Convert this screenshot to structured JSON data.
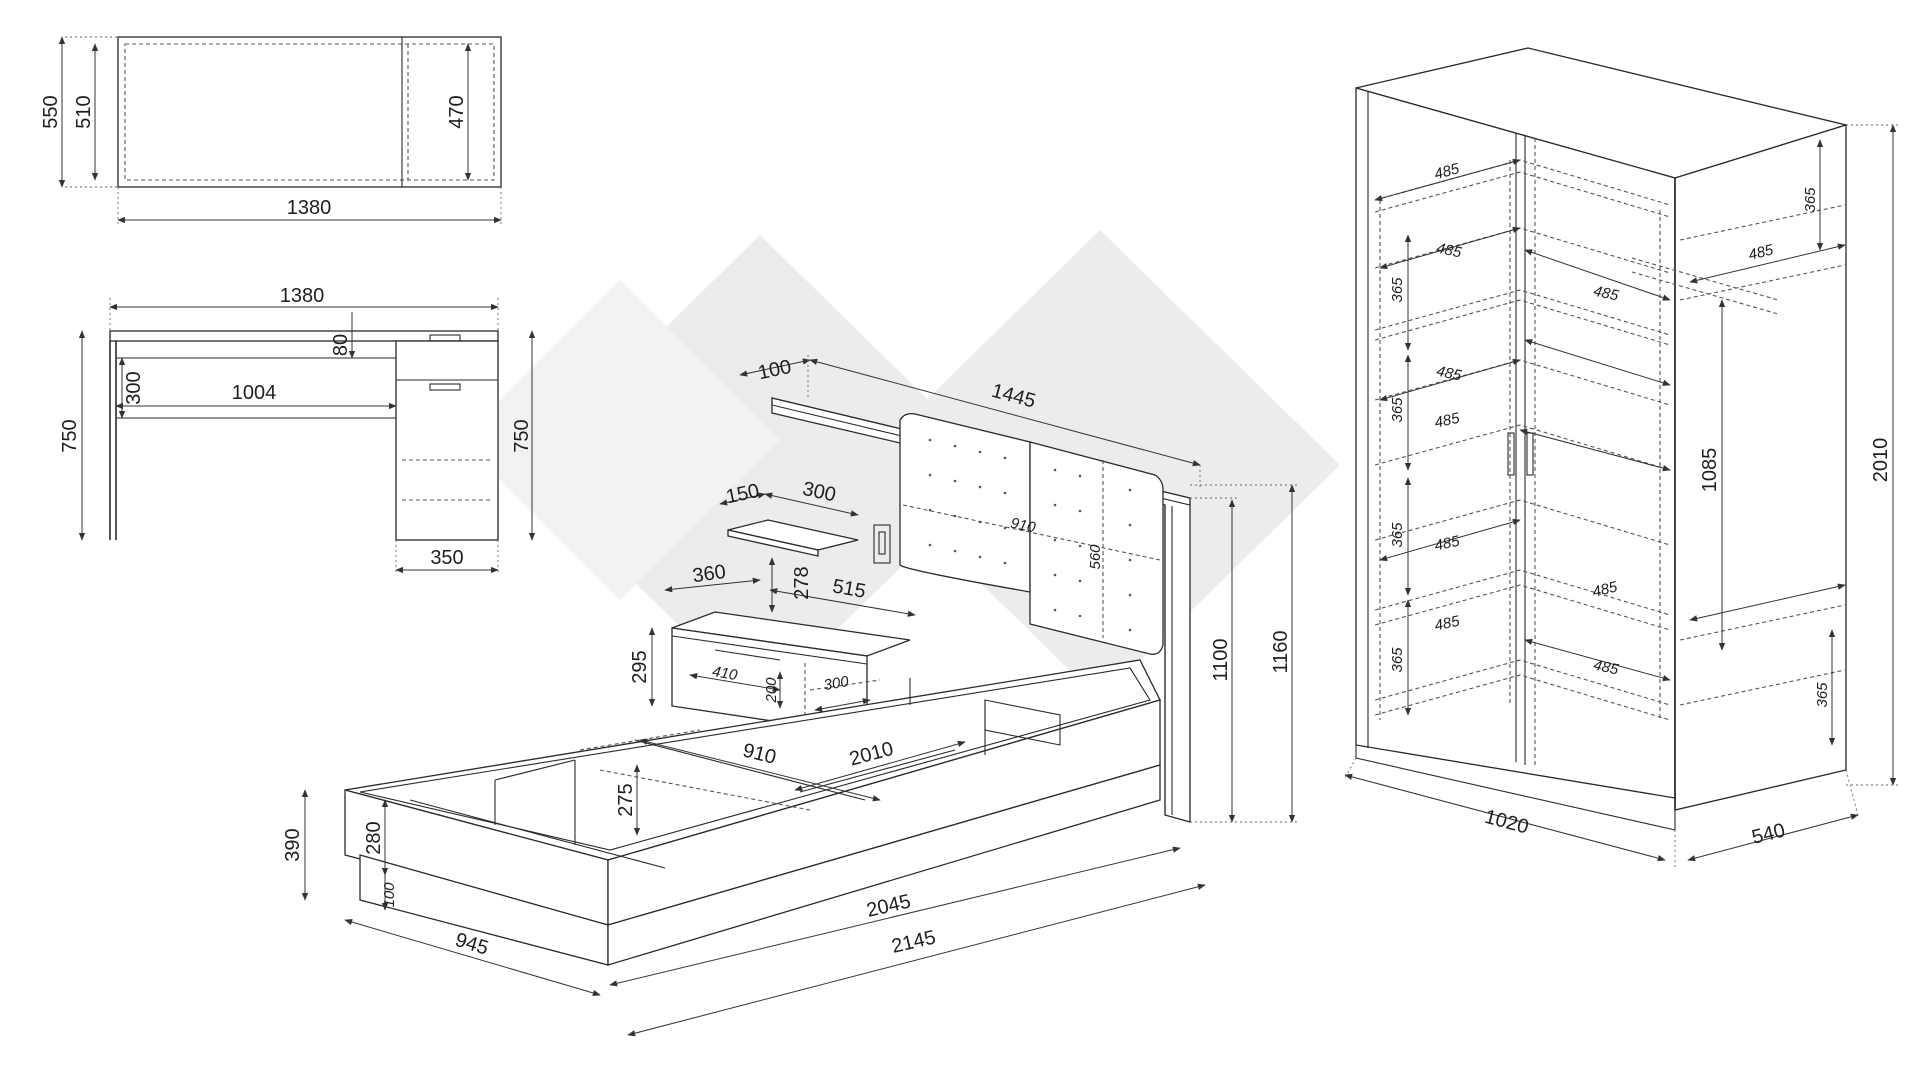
{
  "desk_top_view": {
    "depth_outer": "550",
    "depth_inner": "510",
    "drawer_depth": "470",
    "width": "1380"
  },
  "desk_front_view": {
    "width": "1380",
    "height_left": "750",
    "height_right": "750",
    "top_thickness": "80",
    "apron_height": "300",
    "knee_width": "1004",
    "cabinet_width": "350"
  },
  "bed": {
    "headboard_side_gap": "100",
    "headboard_width": "1445",
    "panel_width": "910",
    "panel_height": "560",
    "shelf_depth": "150",
    "shelf_width": "300",
    "shelf_height": "278",
    "nightstand_depth": "360",
    "nightstand_width": "515",
    "nightstand_height": "295",
    "drawer_width": "410",
    "drawer_height": "200",
    "drawer_depth": "300",
    "storage_width": "910",
    "storage_length": "2010",
    "storage_depth": "275",
    "headboard_height": "1100",
    "total_height": "1160",
    "base_height": "390",
    "frame_height": "280",
    "plinth_height": "100",
    "bed_width": "945",
    "frame_length": "2045",
    "total_length": "2145"
  },
  "wardrobe": {
    "shelf_width_labels": [
      "485",
      "485",
      "485",
      "485",
      "485",
      "485",
      "485",
      "485"
    ],
    "right_shelf_labels": [
      "485",
      "485"
    ],
    "shelf_spacing_labels": [
      "365",
      "365",
      "365",
      "365"
    ],
    "right_top_spacing": "365",
    "right_bottom_spacing": "365",
    "hanging_height": "1085",
    "height": "2010",
    "width": "1020",
    "depth": "540"
  },
  "colors": {
    "line": "#2a2a2a",
    "watermark": "#ececec"
  }
}
